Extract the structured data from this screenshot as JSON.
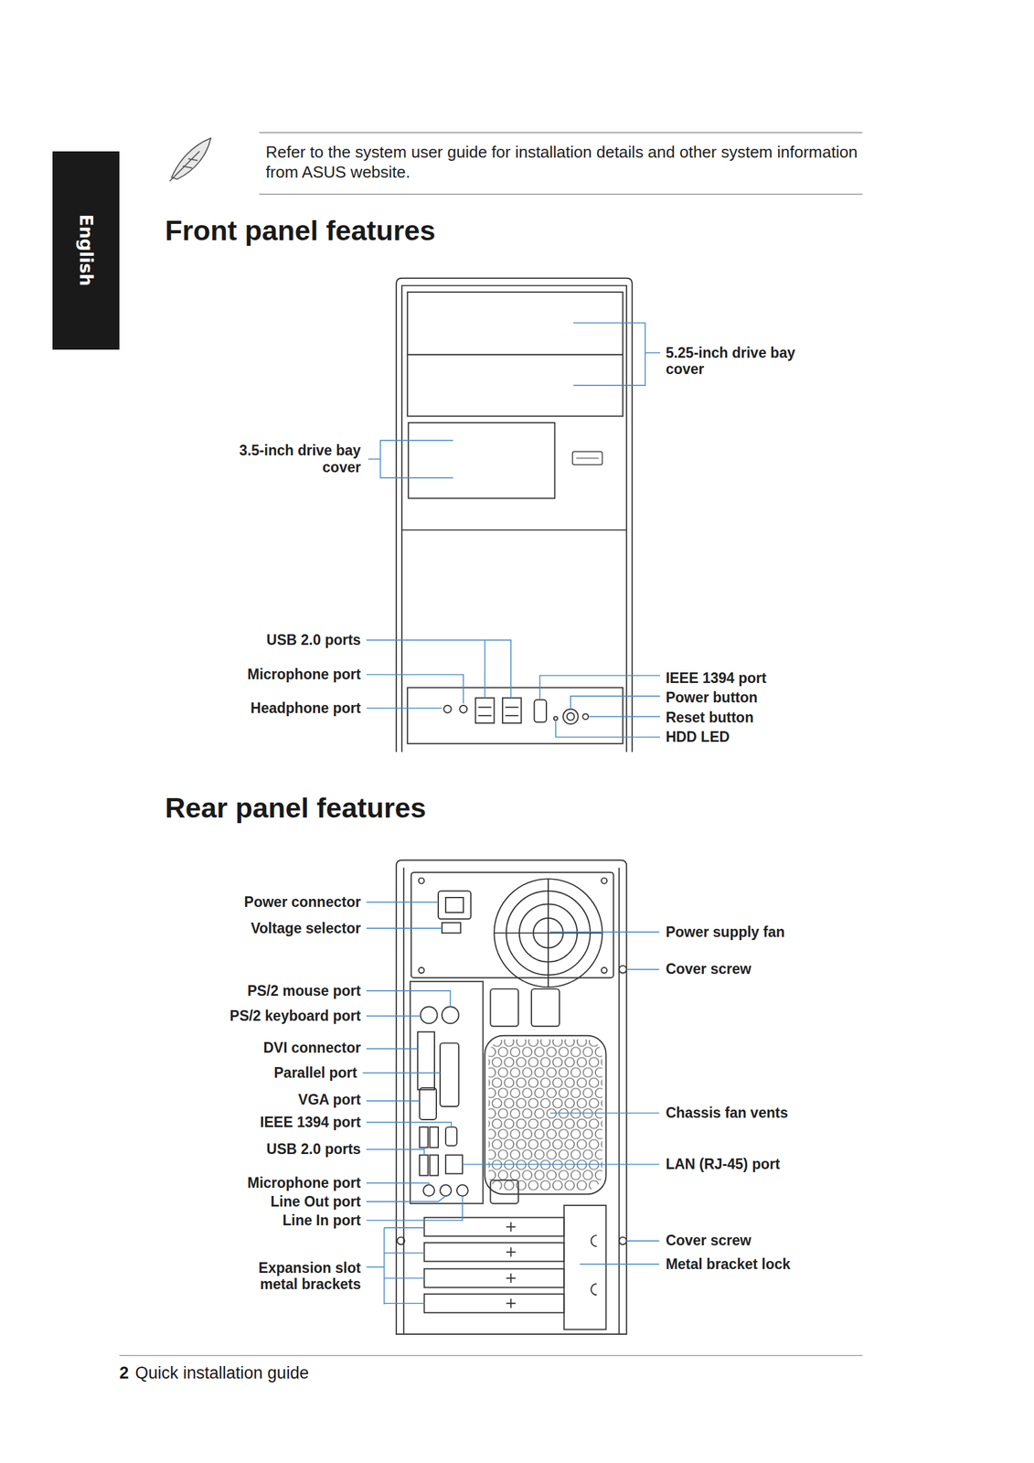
{
  "diagram": {
    "title": "Front panel features",
    "nodes": [
      {
        "text": [
          "English"
        ]
      }
    ],
    "labels": [
      "Refer to the system user guide for installation details and other system information from ASUS website.",
      "Rear panel features",
      "5.25-inch drive bay cover",
      "3.5-inch drive bay cover",
      "USB 2.0 ports",
      "Microphone port",
      "Headphone port",
      "IEEE 1394 port",
      "Power button",
      "Reset button",
      "HDD LED",
      "Power connector",
      "Voltage selector",
      "PS/2 mouse port",
      "PS/2 keyboard port",
      "DVI connector",
      "Parallel port",
      "VGA port",
      "IEEE 1394 port",
      "USB 2.0 ports",
      "Microphone port",
      "Line Out port",
      "Line In port",
      "Expansion slot metal brackets",
      "Power supply fan",
      "Cover screw",
      "Chassis fan vents",
      "LAN (RJ-45) port",
      "Cover screw",
      "Metal bracket lock",
      "2",
      "Quick installation guide"
    ]
  }
}
